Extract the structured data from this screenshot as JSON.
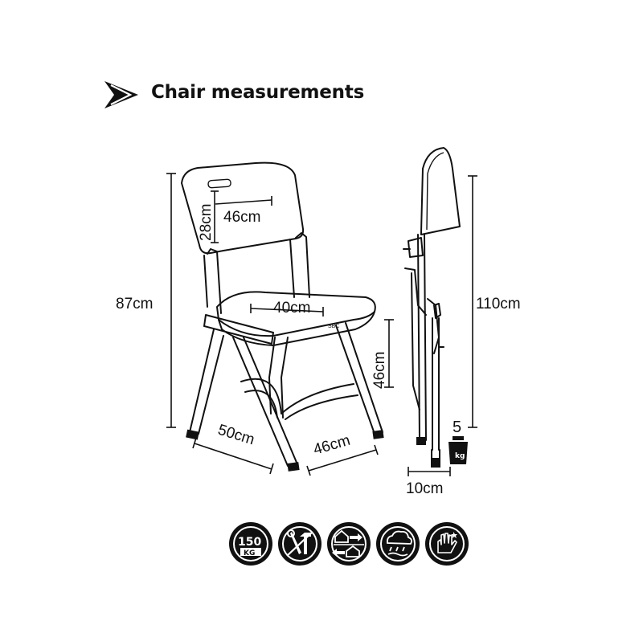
{
  "title": "Chair measurements",
  "dimensions": {
    "backrest_height": "28cm",
    "backrest_width": "46cm",
    "seat_width": "40cm",
    "total_height": "87cm",
    "seat_height": "46cm",
    "depth": "50cm",
    "width": "46cm",
    "folded_height": "110cm",
    "folded_thickness": "10cm",
    "weight_value": "5",
    "weight_unit": "kg"
  },
  "seat_mark": "SBC",
  "features": [
    {
      "icon": "weight-capacity-icon",
      "value": "150",
      "unit": "KG"
    },
    {
      "icon": "tool-free-icon"
    },
    {
      "icon": "indoor-outdoor-icon"
    },
    {
      "icon": "weather-resistant-icon"
    },
    {
      "icon": "easy-clean-icon"
    }
  ]
}
